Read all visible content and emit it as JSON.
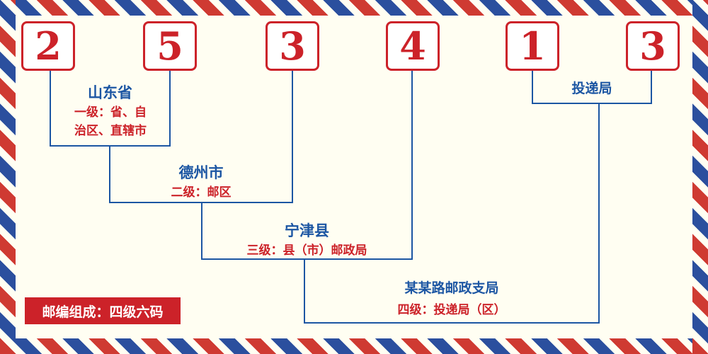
{
  "digits": [
    "2",
    "5",
    "3",
    "4",
    "1",
    "3"
  ],
  "labels": {
    "level1": {
      "place": "山东省",
      "desc": "一级：省、自治区、直辖市"
    },
    "level2": {
      "place": "德州市",
      "desc": "二级：邮区"
    },
    "level3": {
      "place": "宁津县",
      "desc": "三级：县（市）邮政局"
    },
    "level4": {
      "place": "某某路邮政支局",
      "desc": "四级：投递局（区）"
    },
    "delivery": {
      "place": "投递局"
    }
  },
  "footer": {
    "composition_note": "邮编组成：四级六码"
  },
  "colors": {
    "digit_red": "#cc2229",
    "label_blue": "#1c56a3",
    "desc_red": "#cc2229",
    "stripe_red": "#cf3a32",
    "stripe_blue": "#2b4f9e",
    "bg_cream": "#fffef2"
  }
}
